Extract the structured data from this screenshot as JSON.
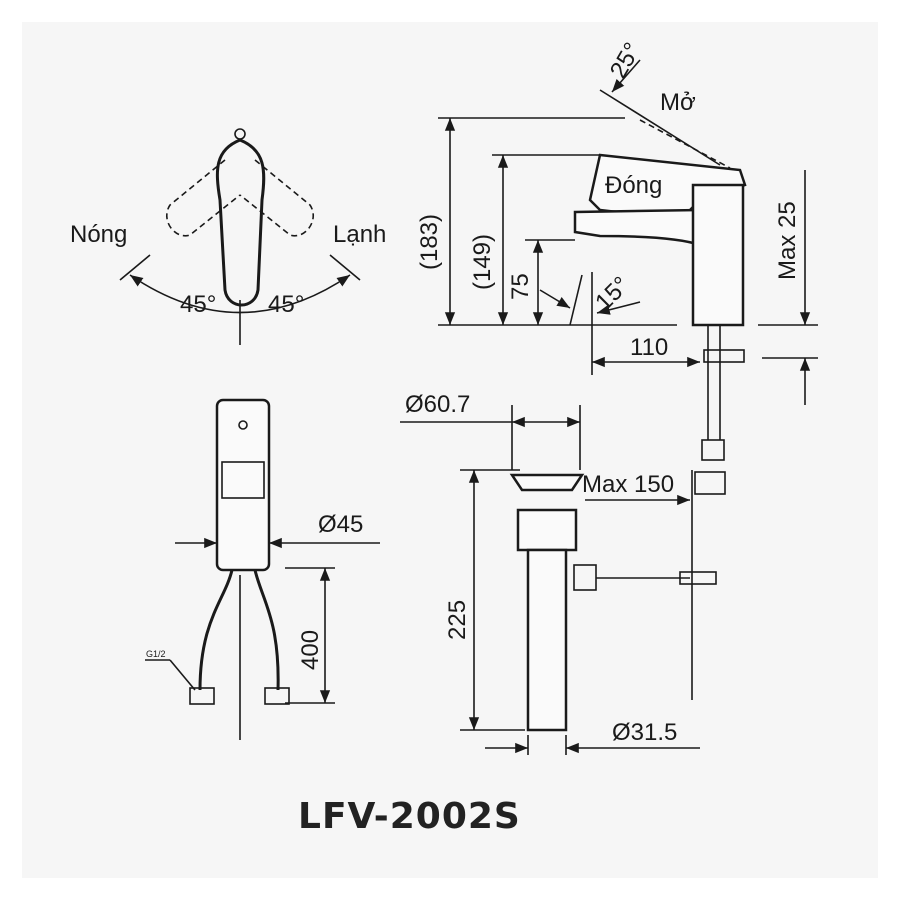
{
  "title": "LFV-2002S",
  "top_view": {
    "hot": "Nóng",
    "cold": "Lạnh",
    "angle_left": "45°",
    "angle_right": "45°"
  },
  "side_view": {
    "open_angle": "25°",
    "open": "Mở",
    "closed": "Đóng",
    "h_total": "(183)",
    "h_spout_top": "(149)",
    "h_outlet": "75",
    "spout_angle": "15°",
    "reach": "110",
    "max_deck": "Max 25"
  },
  "front_view": {
    "body_dia": "Ø45",
    "hose_len": "400",
    "thread": "G1/2"
  },
  "drain": {
    "top_dia": "Ø60.7",
    "max_thickness": "Max 150",
    "length": "225",
    "pipe_dia": "Ø31.5"
  }
}
